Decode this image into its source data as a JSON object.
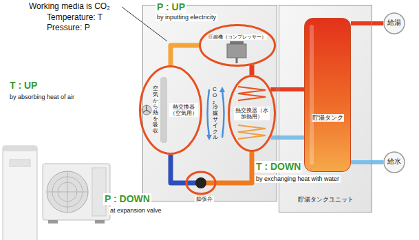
{
  "diagram": {
    "nodes": [
      {
        "text": [
          "CO₂冷媒サイクル"
        ]
      },
      {
        "text": [
          "圧縮機（コンプレッサー）"
        ],
        "in": 0
      },
      {
        "text": [
          "空気から熱を吸収",
          "熱交換器（空気用）"
        ],
        "in": 0
      },
      {
        "text": [
          "熱交換器（水加熱用）"
        ],
        "in": 0
      },
      {
        "text": [
          "貯湯タンクユニット"
        ]
      },
      {
        "text": [
          "貯湯タンク"
        ],
        "in": 4
      },
      {
        "text": [
          "給湯"
        ]
      },
      {
        "text": [
          "給水"
        ]
      }
    ],
    "edges": [
      {
        "from": 1,
        "to": 3,
        "arrow": "none"
      },
      {
        "from": 3,
        "to": 2,
        "arrow": "none"
      },
      {
        "from": 2,
        "to": 1,
        "arrow": "none"
      },
      {
        "from": 3,
        "to": 5,
        "arrow": "none"
      },
      {
        "from": 5,
        "to": 3,
        "arrow": "none"
      },
      {
        "from": 5,
        "to": 6,
        "arrow": "none"
      },
      {
        "from": 7,
        "to": 5,
        "arrow": "none"
      }
    ],
    "labels": [
      "Working media is CO₂",
      "Temperature: T",
      "Pressure: P",
      "P : UP",
      "by inputting electricity",
      "T : UP",
      "by absorbing heat of air",
      "T : DOWN",
      "by exchanging heat with water",
      "膨張弁",
      "P : DOWN",
      "at expansion valve"
    ]
  }
}
